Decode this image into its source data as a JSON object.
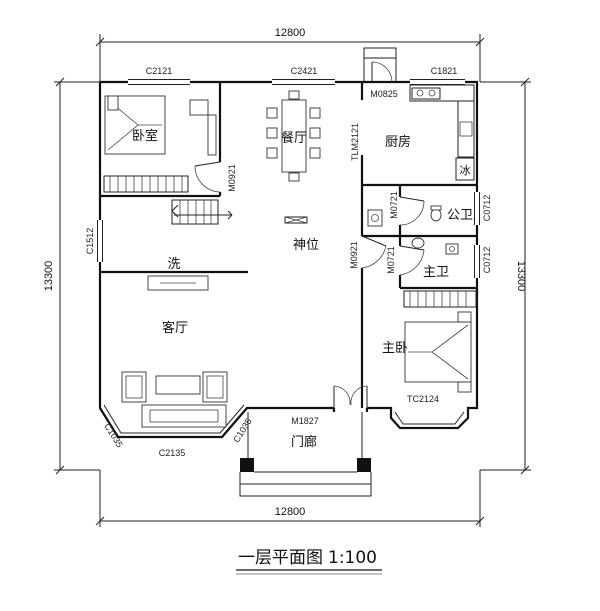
{
  "title": "一层平面图",
  "scale": "1:100",
  "dimensions": {
    "width_top": "12800",
    "width_bottom": "12800",
    "depth_left": "13300",
    "depth_right": "13300"
  },
  "rooms": {
    "bedroom": "卧室",
    "dining": "餐厅",
    "kitchen": "厨房",
    "public_bath": "公卫",
    "fridge": "冰",
    "shrine": "神位",
    "laundry": "洗",
    "master_bath": "主卫",
    "living": "客厅",
    "master_bedroom": "主卧",
    "porch": "门廊"
  },
  "openings": {
    "c2121": "C2121",
    "c2421": "C2421",
    "c1821": "C1821",
    "m0825": "M0825",
    "tlm2121": "TLM2121",
    "m0921_bed": "M0921",
    "m0721_pub": "M0721",
    "c0712_pub": "C0712",
    "c1512": "C1512",
    "m0921_hall": "M0921",
    "m0721_mst": "M0721",
    "c0712_mst": "C0712",
    "tc2124": "TC2124",
    "m1827": "M1827",
    "c1035_left": "C1035",
    "c2135": "C2135",
    "c1035_right": "C1035"
  }
}
